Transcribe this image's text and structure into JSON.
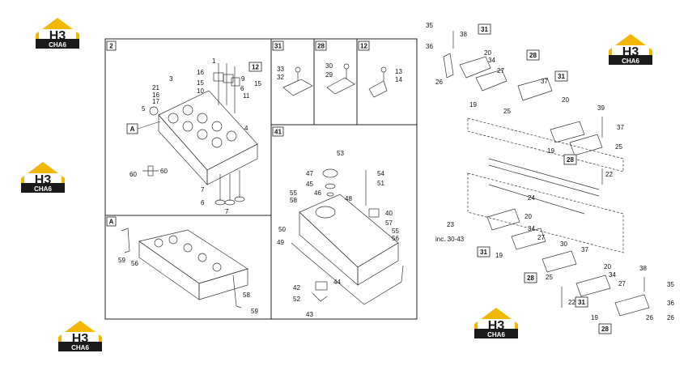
{
  "brand": {
    "logo_text": "H3",
    "logo_subtext": "CHA6",
    "colors": {
      "gold": "#f2b705",
      "dark": "#1a1a1a",
      "white": "#ffffff"
    }
  },
  "panels": {
    "head": {
      "id": "2"
    },
    "detail": {
      "id": "A"
    },
    "p31": {
      "id": "31"
    },
    "p28": {
      "id": "28"
    },
    "p12": {
      "id": "12"
    },
    "p41": {
      "id": "41"
    }
  },
  "callouts": {
    "head": [
      "1",
      "12",
      "3",
      "16",
      "9",
      "15",
      "21",
      "16",
      "17",
      "10",
      "11",
      "5",
      "6",
      "4",
      "A",
      "60",
      "60",
      "7",
      "6",
      "7"
    ],
    "detail": [
      "59",
      "56",
      "58",
      "59"
    ],
    "p31": [
      "33",
      "32"
    ],
    "p28": [
      "30",
      "29"
    ],
    "p12": [
      "13",
      "14"
    ],
    "p41": [
      "53",
      "47",
      "54",
      "45",
      "51",
      "55",
      "58",
      "46",
      "48",
      "40",
      "57",
      "50",
      "55",
      "56",
      "49",
      "42",
      "44",
      "52",
      "43"
    ],
    "shaft": [
      "35",
      "38",
      "31",
      "36",
      "28",
      "34",
      "26",
      "20",
      "27",
      "19",
      "37",
      "31",
      "25",
      "20",
      "39",
      "37",
      "19",
      "25",
      "28",
      "22",
      "24",
      "23",
      "inc. 30-43",
      "20",
      "34",
      "31",
      "19",
      "27",
      "30",
      "37",
      "20",
      "26",
      "25",
      "38",
      "35",
      "22",
      "31",
      "34",
      "36",
      "27",
      "19",
      "28",
      "26"
    ]
  }
}
